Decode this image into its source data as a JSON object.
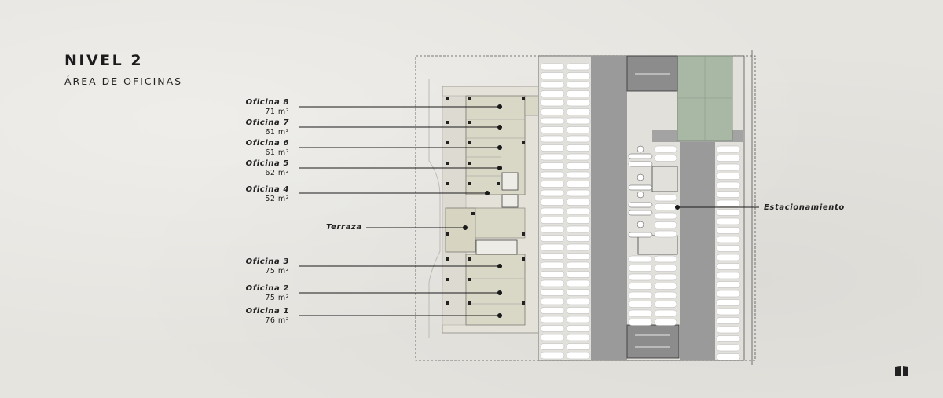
{
  "header": {
    "title": "NIVEL 2",
    "subtitle": "ÁREA DE OFICINAS"
  },
  "offices": [
    {
      "name": "Oficina 8",
      "area": "71 m²"
    },
    {
      "name": "Oficina 7",
      "area": "61 m²"
    },
    {
      "name": "Oficina 6",
      "area": "61 m²"
    },
    {
      "name": "Oficina 5",
      "area": "62 m²"
    },
    {
      "name": "Oficina 4",
      "area": "52 m²"
    },
    {
      "name": "Oficina 3",
      "area": "75 m²"
    },
    {
      "name": "Oficina 2",
      "area": "75 m²"
    },
    {
      "name": "Oficina 1",
      "area": "76 m²"
    }
  ],
  "labels": {
    "terrace": "Terraza",
    "parking": "Estacionamiento"
  },
  "colors": {
    "office_fill": "#d9d7c6",
    "terrace_fill": "#d7d5c1",
    "parking_fill": "#9a9a9a",
    "green_area": "#a9b8a5",
    "line": "#1a1a1a"
  },
  "icons": {
    "logo": "brand-logo-icon"
  }
}
